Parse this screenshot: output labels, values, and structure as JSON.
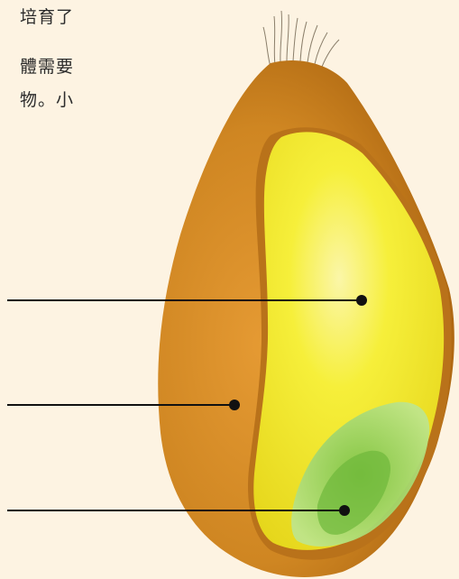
{
  "text_fragments": [
    "培育了",
    "體需要",
    "物。小"
  ],
  "colors": {
    "background": "#fdf3e2",
    "seed_coat": "#d08a22",
    "endosperm": "#f5ec1e",
    "embryo": "#8fcf4a",
    "leader_line": "#111111"
  },
  "labels": [
    {
      "name": "endosperm-pointer",
      "text": ""
    },
    {
      "name": "seed-coat-pointer",
      "text": ""
    },
    {
      "name": "embryo-pointer",
      "text": ""
    }
  ]
}
